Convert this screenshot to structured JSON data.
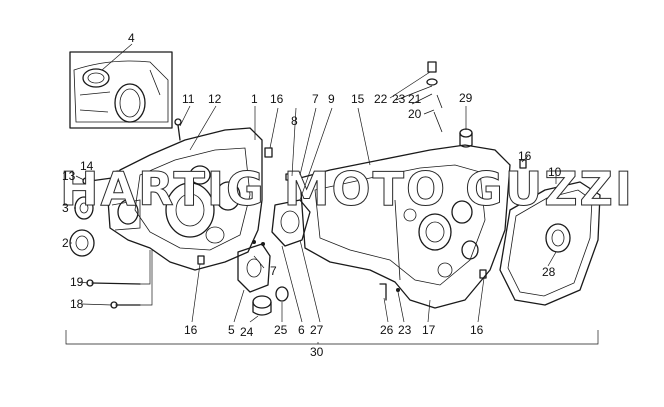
{
  "watermark": {
    "text": "HARTIG MOTO GUZZI"
  },
  "labels": {
    "l1": "1",
    "l2": "2",
    "l3": "3",
    "l4": "4",
    "l5": "5",
    "l6": "6",
    "l7": "7",
    "l7b": "7",
    "l8": "8",
    "l9": "9",
    "l10": "10",
    "l11": "11",
    "l12": "12",
    "l13": "13",
    "l14": "14",
    "l15": "15",
    "l16a": "16",
    "l16b": "16",
    "l16c": "16",
    "l16d": "16",
    "l17": "17",
    "l18": "18",
    "l19": "19",
    "l20": "20",
    "l21": "21",
    "l22": "22",
    "l23a": "23",
    "l23b": "23",
    "l24": "24",
    "l25": "25",
    "l26": "26",
    "l27": "27",
    "l28": "28",
    "l29": "29",
    "l30": "30"
  }
}
